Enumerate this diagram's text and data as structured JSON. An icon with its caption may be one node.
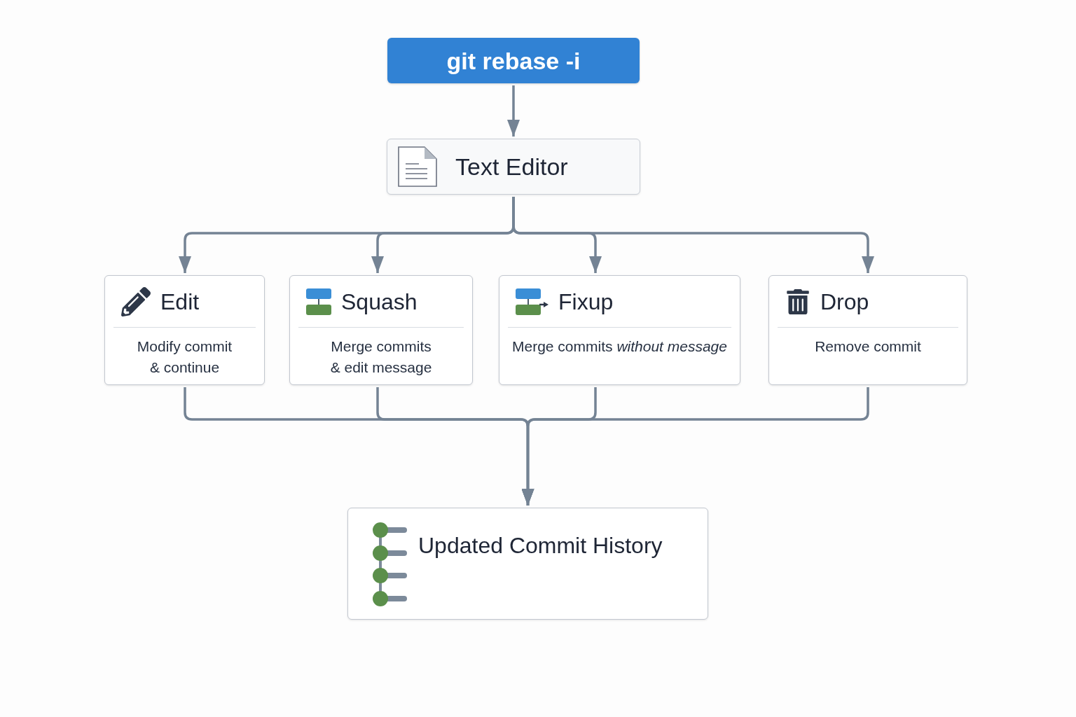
{
  "diagram": {
    "nodes": [
      {
        "text": [
          "git rebase -i"
        ]
      },
      {
        "text": [
          "Text Editor"
        ]
      },
      {
        "text": [
          "Edit",
          "Modify commit & continue"
        ]
      },
      {
        "text": [
          "Squash",
          "Merge commits & edit message"
        ]
      },
      {
        "text": [
          "Fixup",
          "Merge commits *without message*"
        ]
      },
      {
        "text": [
          "Drop",
          "Remove commit"
        ]
      },
      {
        "text": [
          "Updated Commit History"
        ]
      }
    ],
    "edges": [
      {
        "from": 0,
        "to": 1,
        "arrow": "to"
      },
      {
        "from": 1,
        "to": 2,
        "arrow": "to"
      },
      {
        "from": 1,
        "to": 3,
        "arrow": "to"
      },
      {
        "from": 1,
        "to": 4,
        "arrow": "to"
      },
      {
        "from": 1,
        "to": 5,
        "arrow": "to"
      },
      {
        "from": 2,
        "to": 6,
        "arrow": "to"
      },
      {
        "from": 3,
        "to": 6,
        "arrow": "to"
      },
      {
        "from": 4,
        "to": 6,
        "arrow": "to"
      },
      {
        "from": 5,
        "to": 6,
        "arrow": "to"
      }
    ]
  }
}
